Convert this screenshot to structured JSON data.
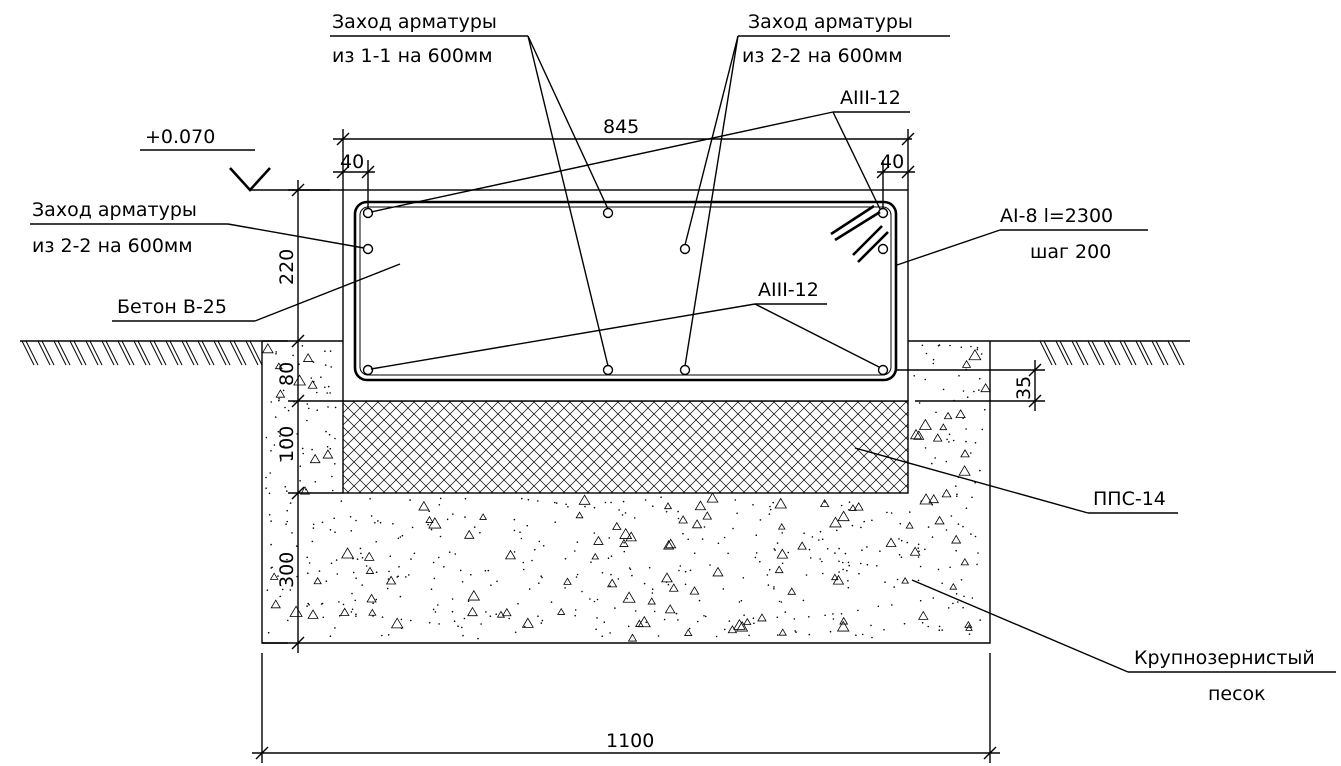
{
  "elevation": "+0.070",
  "dimensions": {
    "top_width": "845",
    "left_cover": "40",
    "right_cover": "40",
    "h_220": "220",
    "h_80": "80",
    "h_100": "100",
    "h_300": "300",
    "h_35": "35",
    "bottom_width": "1100"
  },
  "labels": {
    "rebar_entry_1_line1": "Заход арматуры",
    "rebar_entry_1_line2": "из 1-1 на 600мм",
    "rebar_entry_2_line1": "Заход арматуры",
    "rebar_entry_2_line2": "из 2-2 на 600мм",
    "rebar_entry_3_line1": "Заход арматуры",
    "rebar_entry_3_line2": "из 2-2 на 600мм",
    "rebar_top": "AIII-12",
    "rebar_bottom": "AIII-12",
    "stirrup_line1": "AI-8 l=2300",
    "stirrup_line2": "шаг 200",
    "concrete": "Бетон В-25",
    "insulation": "ППС-14",
    "sand_line1": "Крупнозернистый",
    "sand_line2": "песок"
  }
}
